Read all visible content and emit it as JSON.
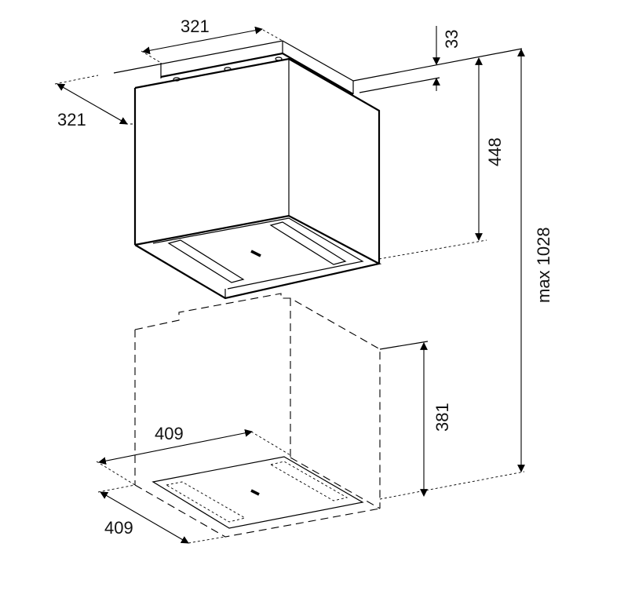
{
  "diagram": {
    "type": "technical dimension drawing",
    "subject": "cube island range hood above hob",
    "units": "mm",
    "dimensions": {
      "hood_width": "321",
      "hood_depth": "321",
      "ceiling_plate_height": "33",
      "hood_height": "448",
      "total_height": "max 1028",
      "clearance_above_hob": "381",
      "hob_width": "409",
      "hob_depth": "409"
    },
    "colors": {
      "line": "#000000",
      "background": "#ffffff"
    }
  }
}
